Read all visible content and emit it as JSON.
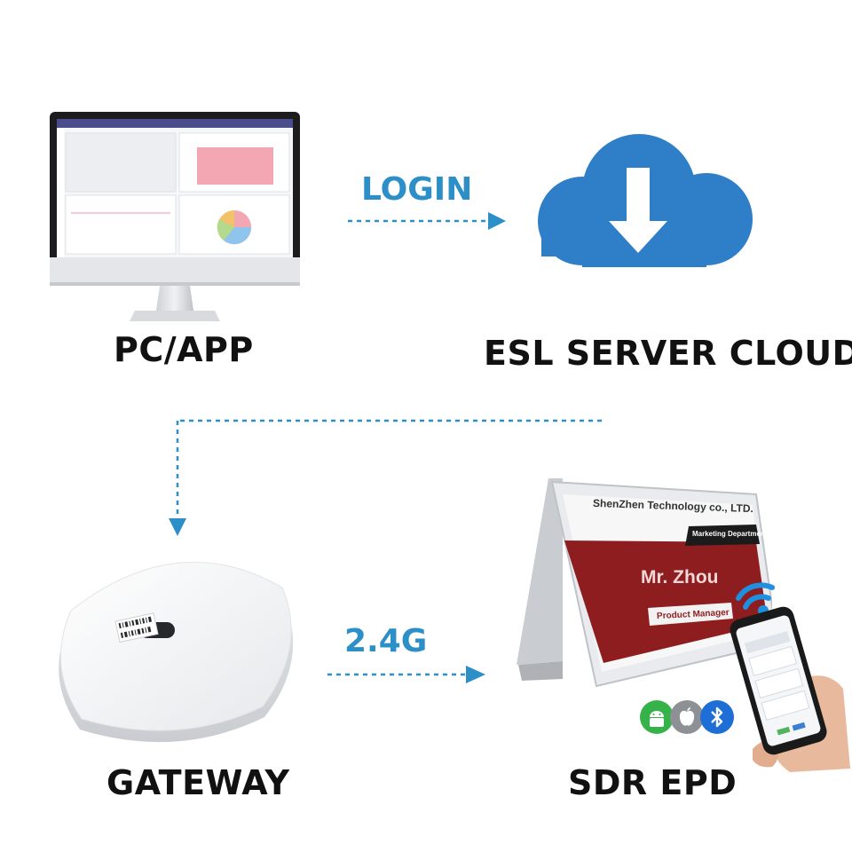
{
  "nodes": {
    "pc": {
      "label": "PC/APP"
    },
    "cloud": {
      "label": "ESL SERVER CLOUD"
    },
    "gateway": {
      "label": "GATEWAY"
    },
    "epd": {
      "label": "SDR EPD"
    }
  },
  "flows": {
    "login": {
      "label": "LOGIN"
    },
    "radio": {
      "label": "2.4G"
    }
  },
  "epd_display": {
    "company": "ShenZhen Technology co., LTD.",
    "department": "Marketing Department",
    "name": "Mr. Zhou",
    "title": "Product Manager"
  },
  "platform_icons": [
    "android-icon",
    "apple-icon",
    "bluetooth-icon"
  ],
  "colors": {
    "accent": "#2c8fc7",
    "cloud": "#2f7fc8",
    "epd_red": "#8e1d1f",
    "wifi": "#1f8fe0"
  }
}
